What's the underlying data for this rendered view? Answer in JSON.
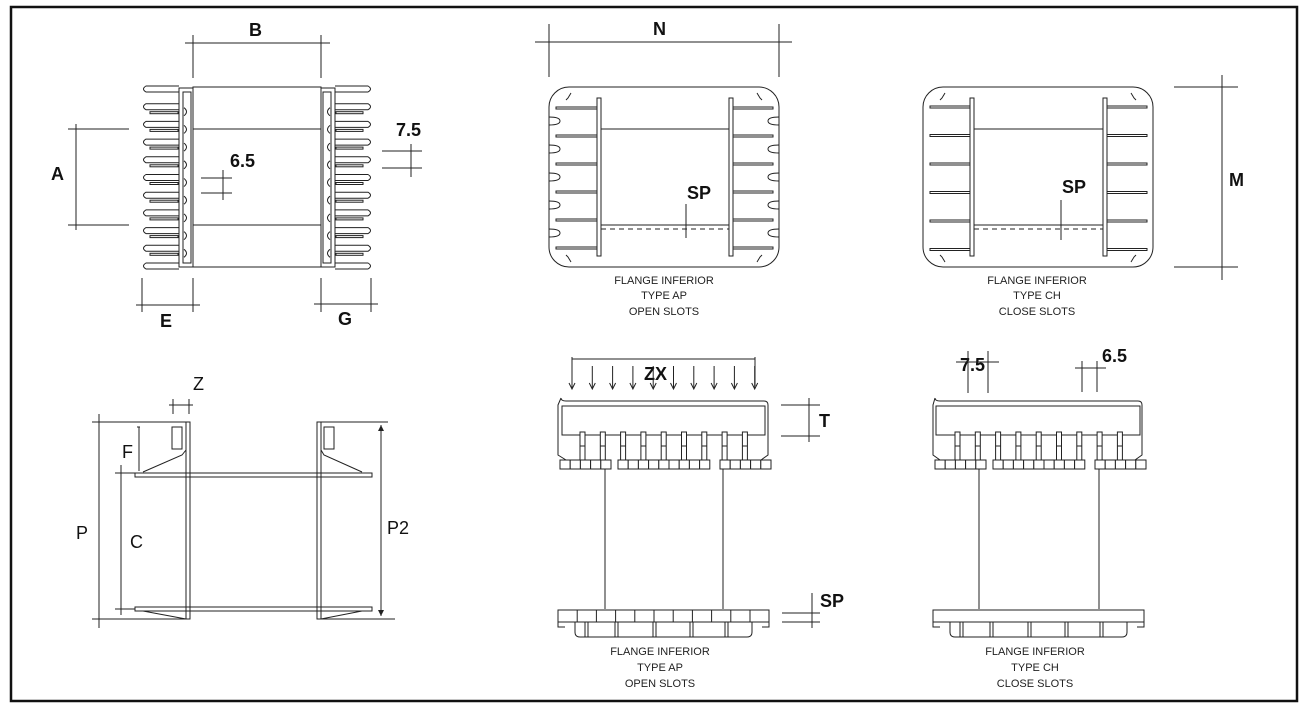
{
  "drawing": {
    "top_view_left": {
      "labels": {
        "A": "A",
        "B": "B",
        "E": "E",
        "G": "G",
        "slot_pitch_inner": "6.5",
        "slot_pitch_outer": "7.5"
      }
    },
    "flange_ap_top": {
      "labels": {
        "N": "N",
        "SP": "SP"
      },
      "caption": [
        "FLANGE INFERIOR",
        "TYPE AP",
        "OPEN SLOTS"
      ]
    },
    "flange_ch_top": {
      "labels": {
        "M": "M",
        "SP": "SP"
      },
      "caption": [
        "FLANGE INFERIOR",
        "TYPE CH",
        "CLOSE SLOTS"
      ]
    },
    "side_view_left": {
      "labels": {
        "Z": "Z",
        "F": "F",
        "P": "P",
        "C": "C",
        "P2": "P2"
      }
    },
    "flange_ap_side": {
      "labels": {
        "ZX": "ZX",
        "T": "T",
        "SP": "SP"
      },
      "caption": [
        "FLANGE INFERIOR",
        "TYPE AP",
        "OPEN SLOTS"
      ]
    },
    "flange_ch_side": {
      "labels": {
        "pitch_outer": "7.5",
        "pitch_inner": "6.5"
      },
      "caption": [
        "FLANGE INFERIOR",
        "TYPE CH",
        "CLOSE SLOTS"
      ]
    }
  }
}
